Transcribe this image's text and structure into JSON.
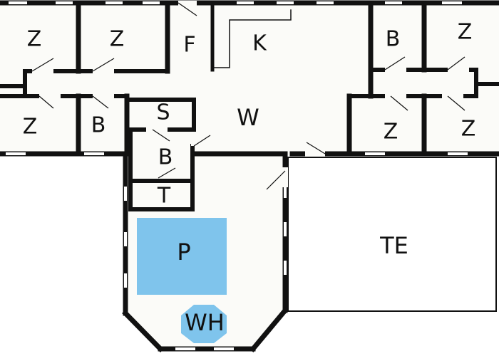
{
  "colors": {
    "wall": "#111111",
    "floor": "#fbfbf8",
    "window": "#ffffff",
    "pool": "#7fc4ec",
    "whirlpool": "#7fc4ec",
    "background": "#ffffff"
  },
  "rooms": {
    "bedroom_top_left": "Z",
    "bedroom_top_second": "Z",
    "hallway_f": "F",
    "kitchen": "K",
    "bath_top_right": "B",
    "bedroom_top_right": "Z",
    "bedroom_mid_left": "Z",
    "bath_mid_left": "B",
    "sauna": "S",
    "living_room": "W",
    "bedroom_mid_right_a": "Z",
    "bedroom_mid_right_b": "Z",
    "bath_center": "B",
    "toilet": "T",
    "pool": "P",
    "whirlpool": "WH",
    "terrace": "TE"
  }
}
